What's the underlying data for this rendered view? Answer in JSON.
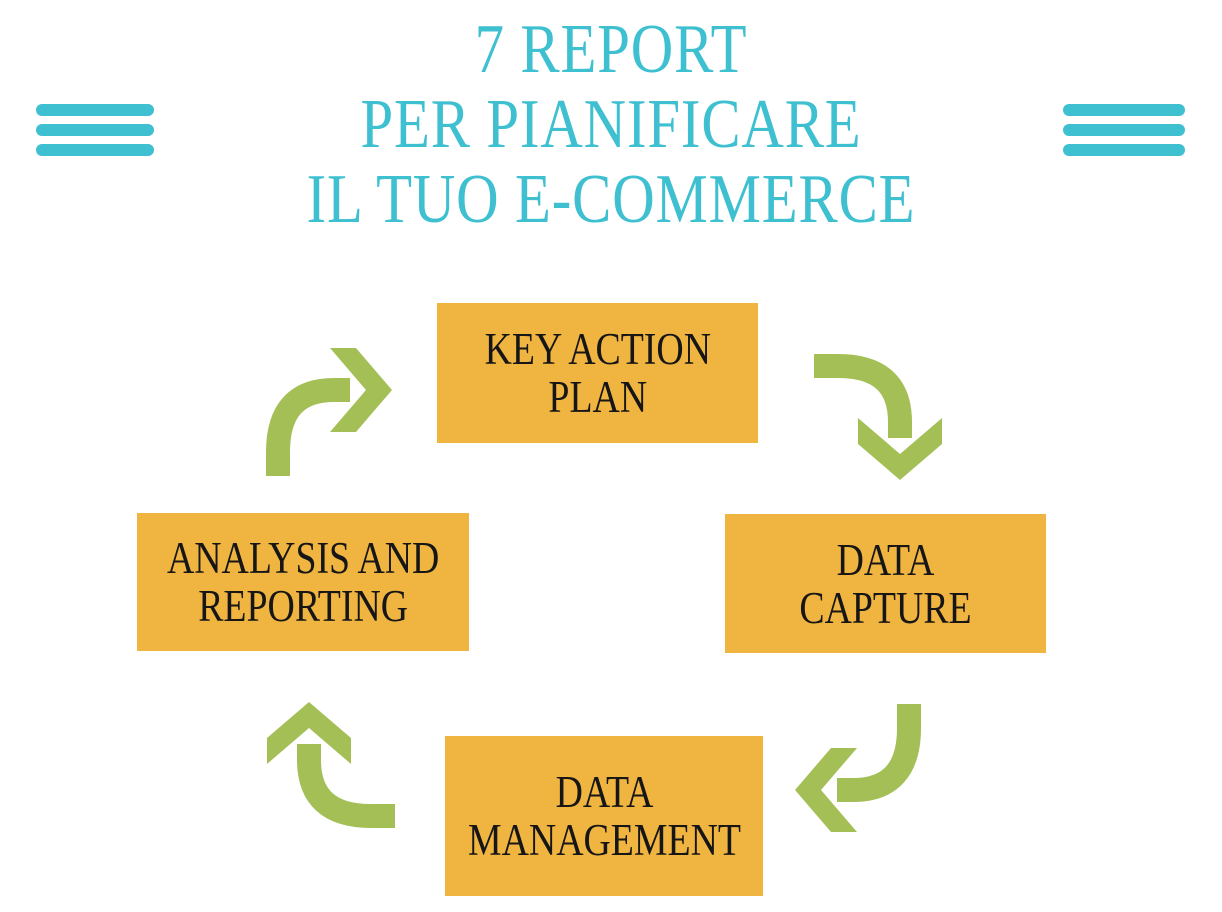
{
  "title": {
    "lines": [
      "7 REPORT",
      "PER PIANIFICARE",
      "IL TUO E-COMMERCE"
    ]
  },
  "colors": {
    "teal": "#3FC0D1",
    "yellow": "#F0B441",
    "green": "#A5BF57",
    "label": "#161616",
    "background": "#FFFFFF"
  },
  "decor": {
    "left_icon": "triple-lines",
    "right_icon": "triple-lines"
  },
  "cycle": {
    "nodes": [
      {
        "id": "key-action-plan",
        "lines": [
          "KEY ACTION",
          "PLAN"
        ]
      },
      {
        "id": "data-capture",
        "lines": [
          "DATA",
          "CAPTURE"
        ]
      },
      {
        "id": "data-management",
        "lines": [
          "DATA",
          "MANAGEMENT"
        ]
      },
      {
        "id": "analysis-and-reporting",
        "lines": [
          "ANALYSIS AND",
          "REPORTING"
        ]
      }
    ],
    "arrows": [
      {
        "from": "key-action-plan",
        "to": "data-capture",
        "direction": "curves-down"
      },
      {
        "from": "data-capture",
        "to": "data-management",
        "direction": "curves-left"
      },
      {
        "from": "data-management",
        "to": "analysis-and-reporting",
        "direction": "curves-up"
      },
      {
        "from": "analysis-and-reporting",
        "to": "key-action-plan",
        "direction": "curves-right"
      }
    ]
  }
}
